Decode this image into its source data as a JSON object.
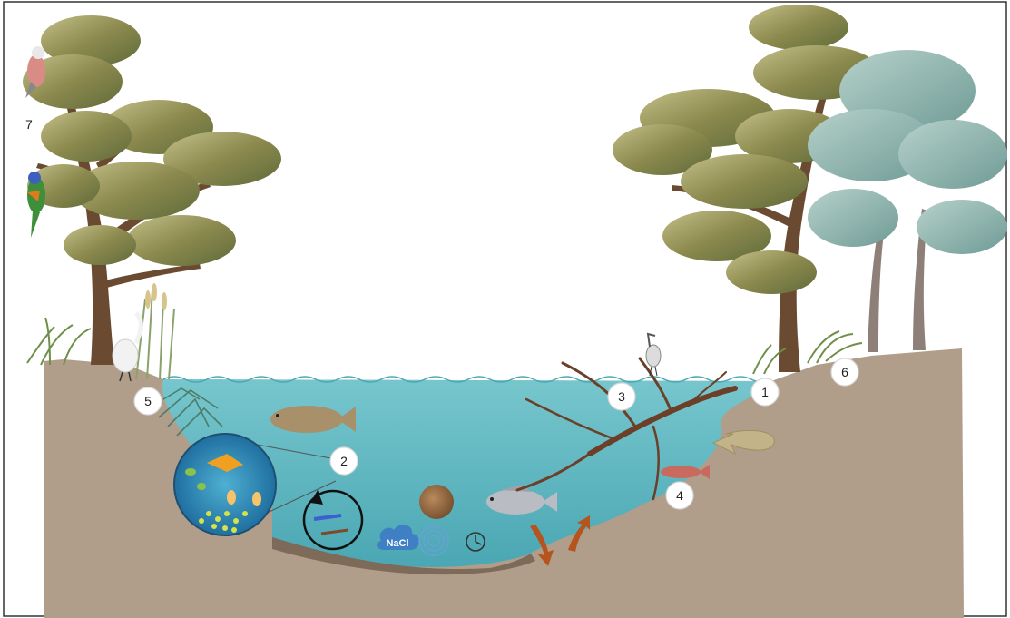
{
  "colors": {
    "frame": "#333333",
    "soil": "#b09d8a",
    "water": "#5fb8c2",
    "water_dark": "#3f9aa6",
    "canopy": "#8c8a4e",
    "canopy_light": "#b8b47a",
    "gum_canopy": "#8fb3ad",
    "trunk": "#6b4a32",
    "snag": "#6b3f28",
    "arrow": "#c2b488",
    "flow_arrow": "#b5551d",
    "salt_badge": "#3f7fc4"
  },
  "markers": [
    {
      "label": "1"
    },
    {
      "label": "2"
    },
    {
      "label": "3"
    },
    {
      "label": "4"
    },
    {
      "label": "5"
    },
    {
      "label": "6"
    }
  ],
  "side_label": "7",
  "salt_icon_text": "NaCl",
  "icons": [
    "bird-icon",
    "fish-icon",
    "clock-icon",
    "salt-icon",
    "sediment-icon",
    "recycle-arrow-icon",
    "sound-waves-icon"
  ]
}
